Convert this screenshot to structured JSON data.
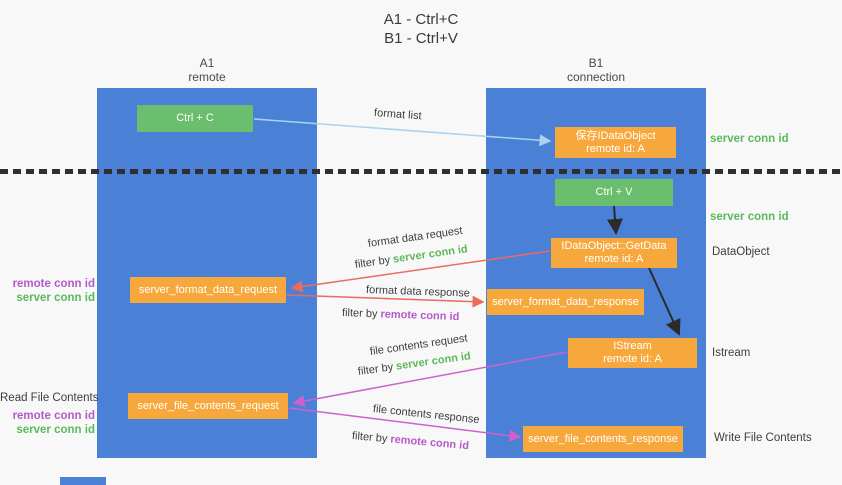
{
  "title": {
    "line1": "A1 - Ctrl+C",
    "line2": "B1 - Ctrl+V"
  },
  "lanes": {
    "a1": {
      "title": "A1",
      "subtitle": "remote"
    },
    "b1": {
      "title": "B1",
      "subtitle": "connection"
    }
  },
  "nodes": {
    "ctrl_c": {
      "label": "Ctrl + C"
    },
    "ctrl_v": {
      "label": "Ctrl + V"
    },
    "save_dataobject": {
      "line1": "保存IDataObject",
      "line2": "remote id: A"
    },
    "getdata": {
      "line1": "IDataObject::GetData",
      "line2": "remote id: A"
    },
    "istream": {
      "line1": "IStream",
      "line2": "remote id: A"
    },
    "format_request": {
      "label": "server_format_data_request"
    },
    "format_response": {
      "label": "server_format_data_response"
    },
    "file_request": {
      "label": "server_file_contents_request"
    },
    "file_response": {
      "label": "server_file_contents_response"
    }
  },
  "arrows": {
    "format_list": {
      "label": "format list"
    },
    "format_data_request": {
      "label": "format data request",
      "filter_prefix": "filter by ",
      "filter_key": "server conn id"
    },
    "format_data_response": {
      "label": "format data response",
      "filter_prefix": "filter by ",
      "filter_key": "remote conn id"
    },
    "file_contents_request": {
      "label": "file contents request",
      "filter_prefix": "filter by ",
      "filter_key": "server conn id"
    },
    "file_contents_response": {
      "label": "file contents response",
      "filter_prefix": "filter by ",
      "filter_key": "remote conn id"
    }
  },
  "side_labels": {
    "right_server_conn_id_top": "server conn id",
    "right_server_conn_id_mid": "server conn id",
    "right_dataobject": "DataObject",
    "right_istream": "Istream",
    "right_write_file_contents": "Write File Contents",
    "left_remote_conn_id_top": "remote conn id",
    "left_server_conn_id_top": "server conn id",
    "left_read_file_contents": "Read File Contents",
    "left_remote_conn_id_bottom": "remote conn id",
    "left_server_conn_id_bottom": "server conn id"
  },
  "colors": {
    "lane_blue": "#4b80d7",
    "box_green": "#6abe6e",
    "box_orange": "#f7a83c",
    "arrow_blue": "#a9d3ee",
    "arrow_black": "#2b2b2b",
    "arrow_red": "#ed6a5f",
    "arrow_magenta": "#cd62cd",
    "text_green": "#5cb85c",
    "text_purple": "#b45ac8",
    "text_dark": "#404040"
  }
}
